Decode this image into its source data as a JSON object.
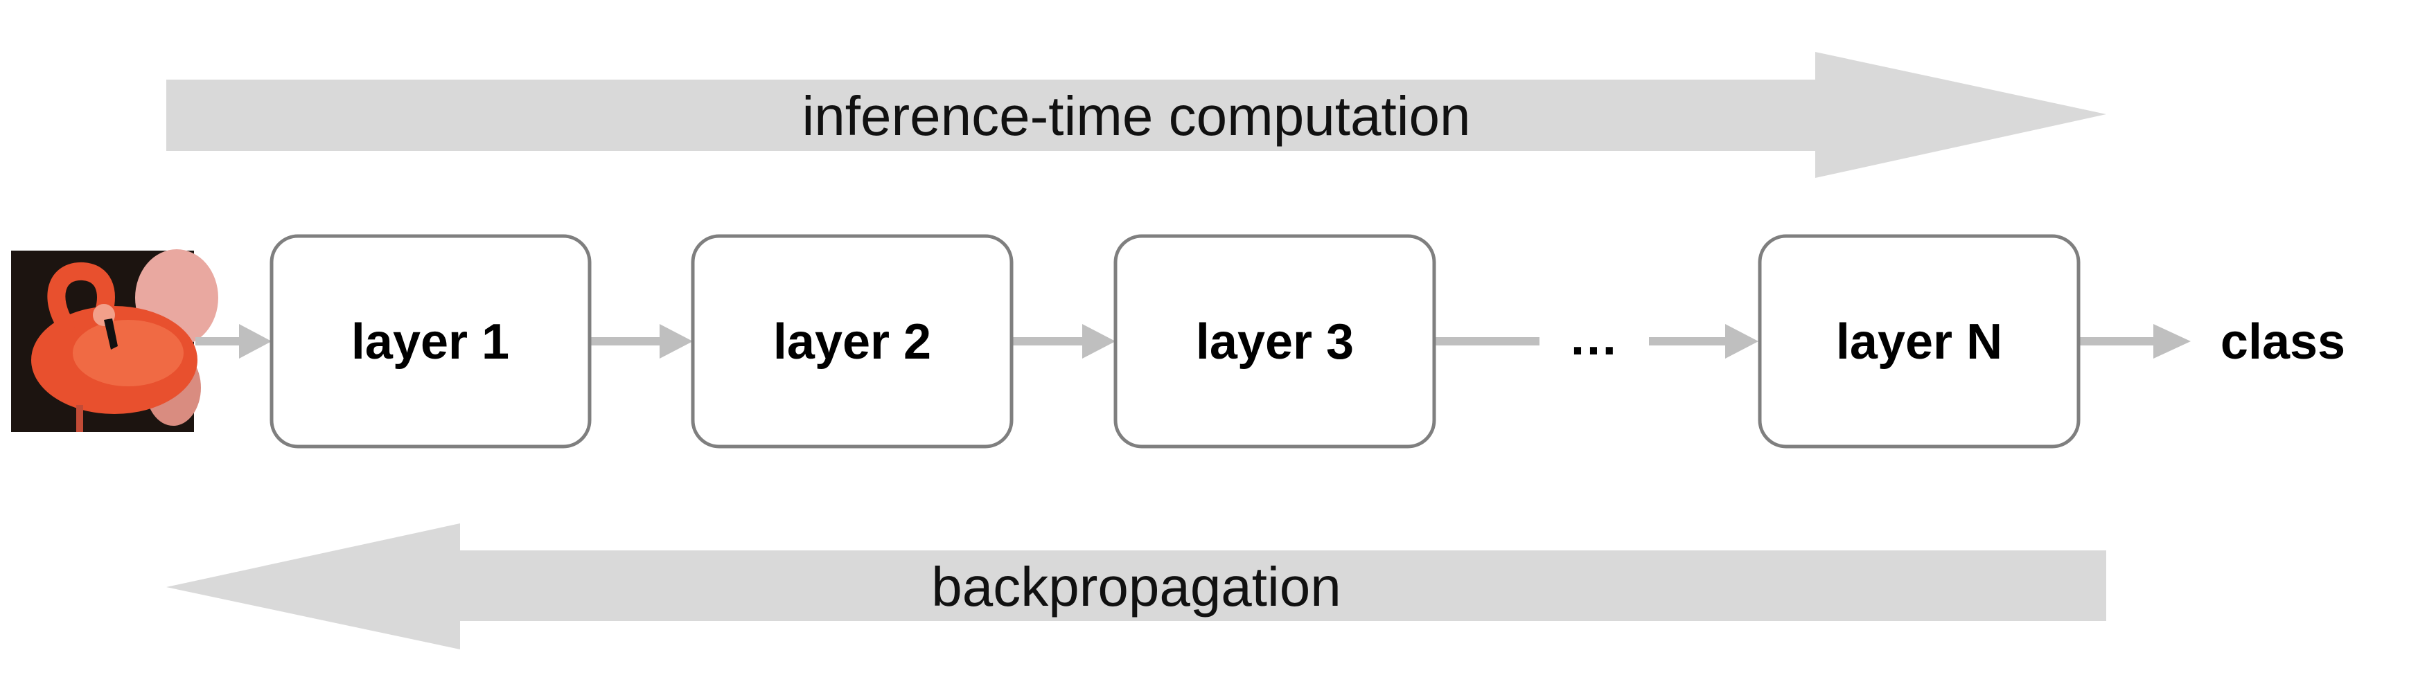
{
  "forward_arrow": {
    "label": "inference-time computation",
    "color": "#d9d9d9"
  },
  "backward_arrow": {
    "label": "backpropagation",
    "color": "#d9d9d9"
  },
  "input_image": {
    "icon": "flamingo-photo"
  },
  "layers": [
    {
      "label": "layer 1"
    },
    {
      "label": "layer 2"
    },
    {
      "label": "layer 3"
    },
    {
      "label": "layer N"
    }
  ],
  "ellipsis": "…",
  "output": {
    "label": "class"
  },
  "colors": {
    "box_border": "#7f7f7f",
    "connector": "#bfbfbf",
    "text": "#000000"
  }
}
